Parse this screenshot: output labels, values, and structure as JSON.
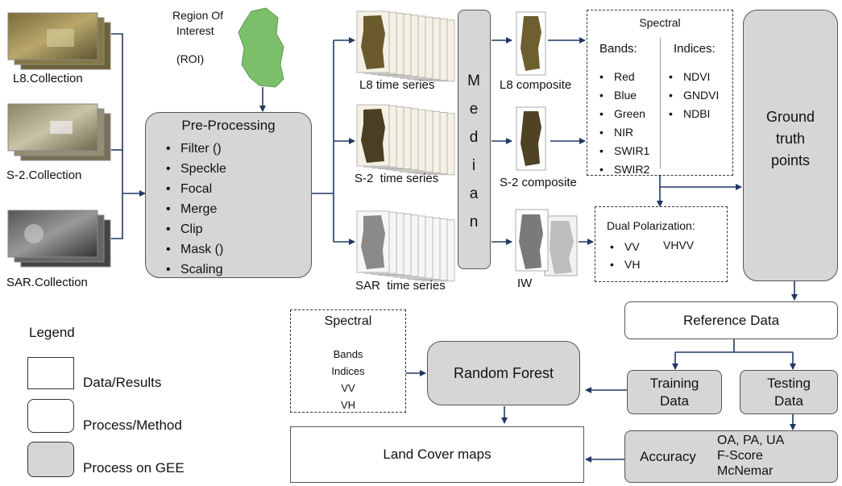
{
  "inputs": [
    {
      "label": "L8.Collection"
    },
    {
      "label": "S-2.Collection"
    },
    {
      "label": "SAR.Collection"
    }
  ],
  "roi": {
    "line1": "Region Of",
    "line2": "Interest",
    "abbr": "(ROI)"
  },
  "preprocessing": {
    "title": "Pre-Processing",
    "steps": [
      "Filter ()",
      "Speckle",
      "Focal",
      "Merge",
      "Clip",
      "Mask ()",
      "Scaling"
    ]
  },
  "time_series": [
    {
      "label": "L8 time series"
    },
    {
      "label": "S-2  time series"
    },
    {
      "label": "SAR  time series"
    }
  ],
  "median": {
    "letters": [
      "M",
      "e",
      "d",
      "i",
      "a",
      "n"
    ]
  },
  "composites": [
    {
      "label": "L8 composite"
    },
    {
      "label": "S-2 composite"
    },
    {
      "label": "IW"
    }
  ],
  "spectral_top": {
    "title": "Spectral",
    "bands_label": "Bands:",
    "bands": [
      "Red",
      "Blue",
      "Green",
      "NIR",
      "SWIR1",
      "SWIR2"
    ],
    "indices_label": "Indices:",
    "indices": [
      "NDVI",
      "GNDVI",
      "NDBI"
    ]
  },
  "dual_pol": {
    "title": "Dual Polarization:",
    "items": [
      "VV",
      "VH"
    ],
    "extra": "VHVV"
  },
  "ground_truth": {
    "line1": "Ground",
    "line2": "truth",
    "line3": "points"
  },
  "reference": {
    "label": "Reference Data"
  },
  "training": {
    "line1": "Training",
    "line2": "Data"
  },
  "testing": {
    "line1": "Testing",
    "line2": "Data"
  },
  "accuracy": {
    "label": "Accuracy",
    "metrics": [
      "OA, PA, UA",
      "F-Score",
      "McNemar"
    ]
  },
  "random_forest": {
    "label": "Random Forest"
  },
  "spectral_bottom": {
    "title": "Spectral",
    "items": [
      "Bands",
      "Indices",
      "VV",
      "VH"
    ]
  },
  "land_cover": {
    "label": "Land Cover maps"
  },
  "legend": {
    "title": "Legend",
    "items": [
      {
        "label": "Data/Results"
      },
      {
        "label": "Process/Method"
      },
      {
        "label": "Process on GEE"
      }
    ]
  },
  "colors": {
    "arrow": "#1f3864",
    "gee_fill": "#d6d6d6",
    "roi_green": "#7cbf6a"
  }
}
